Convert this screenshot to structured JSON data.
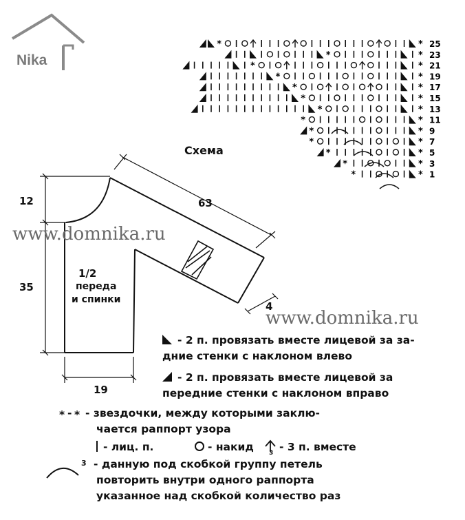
{
  "logo": {
    "text": "Nika"
  },
  "watermarks": [
    "www.domnika.ru",
    "www.domnika.ru"
  ],
  "schema": {
    "title": "Схема",
    "rows": [
      {
        "num": "25",
        "symbols": "◢◣*○|○^|||○^○|||○|||○^○||◣*"
      },
      {
        "num": "23",
        "symbols": "◢||◣|○|○|||◣*○|||○|||◣|*"
      },
      {
        "num": "21",
        "symbols": "◢|||||◣|*○|○^|||○|||○^○|||◣|*"
      },
      {
        "num": "19",
        "symbols": "◢|||||||◣*○||○|||○||○|||◣|*"
      },
      {
        "num": "17",
        "symbols": "◢|||||||||◣*○|○^|○|○^○||◣|*"
      },
      {
        "num": "15",
        "symbols": "◢||||||||||◣*○||○|||○|||◣|*"
      },
      {
        "num": "13",
        "symbols": "◢|||||||||||||◣*○|○|||○||◣|*"
      },
      {
        "num": "11",
        "symbols": "*○|||||○|○|||◣*"
      },
      {
        "num": "9",
        "symbols": "◢*○||||||○|||◣*"
      },
      {
        "num": "7",
        "symbols": "*○||||||○|○|◣*"
      },
      {
        "num": "5",
        "symbols": "◢*|||||○|○|◣*"
      },
      {
        "num": "3",
        "symbols": "◢*||○|○||◣*"
      },
      {
        "num": "1",
        "symbols": "*||○|○|◣*"
      }
    ]
  },
  "pattern": {
    "label_half": "1/2",
    "label_line2": "переда",
    "label_line3": "и спинки",
    "dim_12": "12",
    "dim_35": "35",
    "dim_63": "63",
    "dim_19": "19",
    "dim_4": "4"
  },
  "legend": {
    "left_knit_line1": "- 2 п. провязать вместе лицевой за за-",
    "left_knit_line2": "дние стенки с наклоном влево",
    "right_knit_line1": "- 2 п. провязать вместе лицевой за",
    "right_knit_line2": "передние  стенки с наклоном вправо",
    "stars_line1": "- звездочки, между которыми заклю-",
    "stars_line2": "чается раппорт узора",
    "knit_stitch": "- лиц. п.",
    "yarn_over": "- накид",
    "three_together": "- 3 п. вместе",
    "bracket_line1": "- данную под скобкой группу петель",
    "bracket_line2": "повторить внутри одного раппорта",
    "bracket_line3": "указанное над скобкой количество раз",
    "bracket_num": "3"
  }
}
